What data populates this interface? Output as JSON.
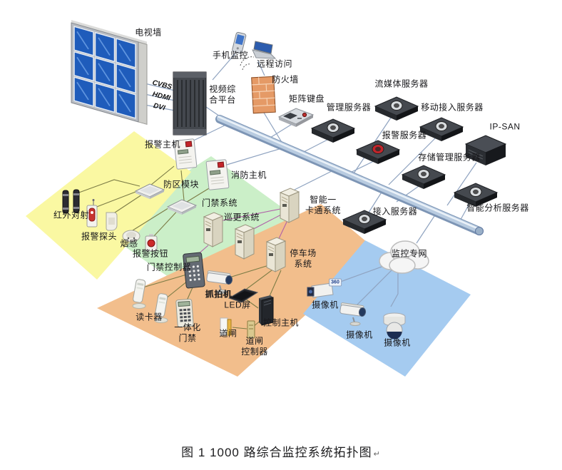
{
  "caption": {
    "text": "图 1 1000 路综合监控系统拓扑图",
    "mark": "↵"
  },
  "ports": {
    "cvbs": "CVBS",
    "hdmi": "HDMI",
    "dvi": "DVI"
  },
  "colors": {
    "zone_yellow": "#FAF8A2",
    "zone_green": "#CBEFC8",
    "zone_orange": "#F2BE8C",
    "zone_blue": "#A5CBF0",
    "net_line": "#8FA3C0",
    "sensor_line": "#7C7C46",
    "tower_line": "#B060A8",
    "pipe_dark": "#7D95B5",
    "pipe_mid": "#B8CBE0",
    "pipe_light": "#EAF1F8"
  },
  "nodes": {
    "tv_wall": "电视墙",
    "phone_monitor": "手机监控",
    "remote_access": "远程访问",
    "video_platform": "视频综\n合平台",
    "firewall": "防火墙",
    "matrix_keyboard": "矩阵键盘",
    "mgmt_server": "管理服务器",
    "stream_server": "流媒体服务器",
    "mobile_server": "移动接入服务器",
    "alarm_server": "报警服务器",
    "storage_server": "存储管理服务器",
    "ipsan": "IP-SAN",
    "intel_server": "智能分析服务器",
    "access_server": "接入服务器",
    "private_net": "监控专网",
    "alarm_host": "报警主机",
    "fire_host": "消防主机",
    "zone_module": "防区模块",
    "infrared": "红外对射",
    "alarm_probe": "报警探头",
    "smoke": "烟感",
    "alarm_button": "报警按钮",
    "access_system": "门禁系统",
    "patrol_system": "巡更系统",
    "smartcard_system": "智能一\n卡通系统",
    "parking_system": "停车场\n系统",
    "door_controller": "门禁控制器",
    "card_reader": "读卡器",
    "integrated_door": "一体化\n门禁",
    "barrier": "道闸",
    "barrier_controller": "道闸\n控制器",
    "control_host": "控制主机",
    "camera_box": "摄像机",
    "camera_bullet": "摄像机",
    "camera_dome": "摄像机",
    "badge_360": "360"
  }
}
